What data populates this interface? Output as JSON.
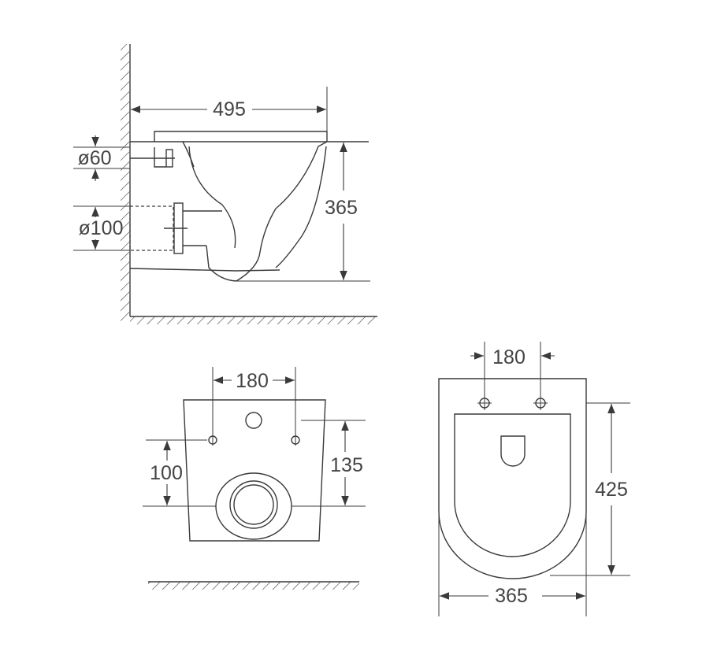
{
  "side_view": {
    "length_label": "495",
    "height_label": "365",
    "inlet_label": "ø60",
    "outlet_label": "ø100"
  },
  "back_view": {
    "bolt_spacing_label": "180",
    "bolt_height_label": "100",
    "outlet_height_label": "135"
  },
  "top_view": {
    "bolt_spacing_label": "180",
    "depth_label": "425",
    "width_label": "365"
  }
}
